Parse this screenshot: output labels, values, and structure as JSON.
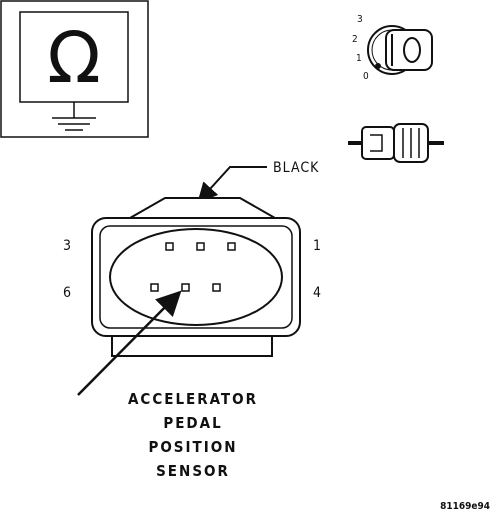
{
  "ohmmeter_symbol": {
    "glyph": "Ω"
  },
  "ignition_switch": {
    "positions": [
      "3",
      "2",
      "1",
      "0"
    ]
  },
  "connector": {
    "wire_color_label": "BLACK",
    "pin_labels": {
      "top_left": "3",
      "top_right": "1",
      "bottom_left": "6",
      "bottom_right": "4"
    }
  },
  "component_label": [
    "ACCELERATOR",
    "PEDAL",
    "POSITION",
    "SENSOR"
  ],
  "figure_id": "81169e94"
}
